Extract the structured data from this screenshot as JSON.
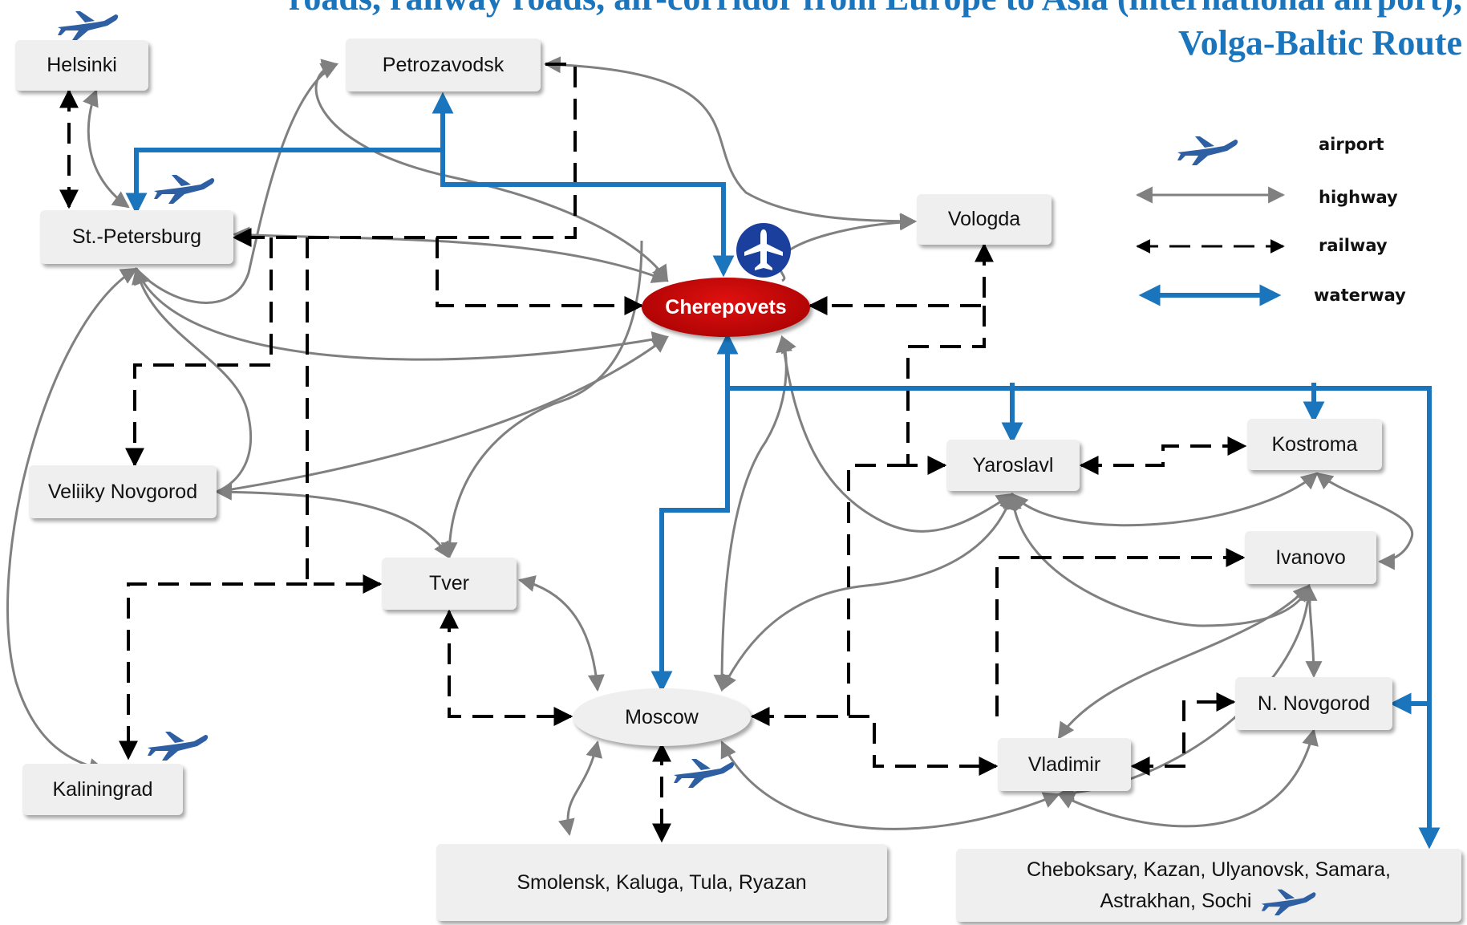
{
  "title": {
    "line1": "roads, railway roads, air-corridor from Europe to Asia (international airport),",
    "line2": "Volga-Baltic Route"
  },
  "nodes": {
    "helsinki": "Helsinki",
    "petrozavodsk": "Petrozavodsk",
    "st_petersburg": "St.-Petersburg",
    "vologda": "Vologda",
    "cherepovets": "Cherepovets",
    "veliiky_novgorod": "Veliiky Novgorod",
    "tver": "Tver",
    "moscow": "Moscow",
    "kaliningrad": "Kaliningrad",
    "yaroslavl": "Yaroslavl",
    "kostroma": "Kostroma",
    "ivanovo": "Ivanovo",
    "n_novgorod": "N. Novgorod",
    "vladimir": "Vladimir",
    "smolensk_group": "Smolensk, Kaluga, Tula, Ryazan",
    "cheboksary_group_line1": "Cheboksary, Kazan, Ulyanovsk, Samara,",
    "cheboksary_group_line2": "Astrakhan, Sochi"
  },
  "legend": {
    "airport": "airport",
    "highway": "highway",
    "railway": "railway",
    "waterway": "waterway"
  },
  "colors": {
    "waterway": "#1b75bc",
    "highway": "#808080",
    "railway": "#000000",
    "cherepovets_fill": "#c00000",
    "airport_badge": "#1a3f9c",
    "plane": "#2e5fa3",
    "node_fill": "#efefef",
    "title": "#1b75bc"
  },
  "icons": {
    "airport": "plane-icon",
    "airport_badge": "airport-badge-icon"
  }
}
